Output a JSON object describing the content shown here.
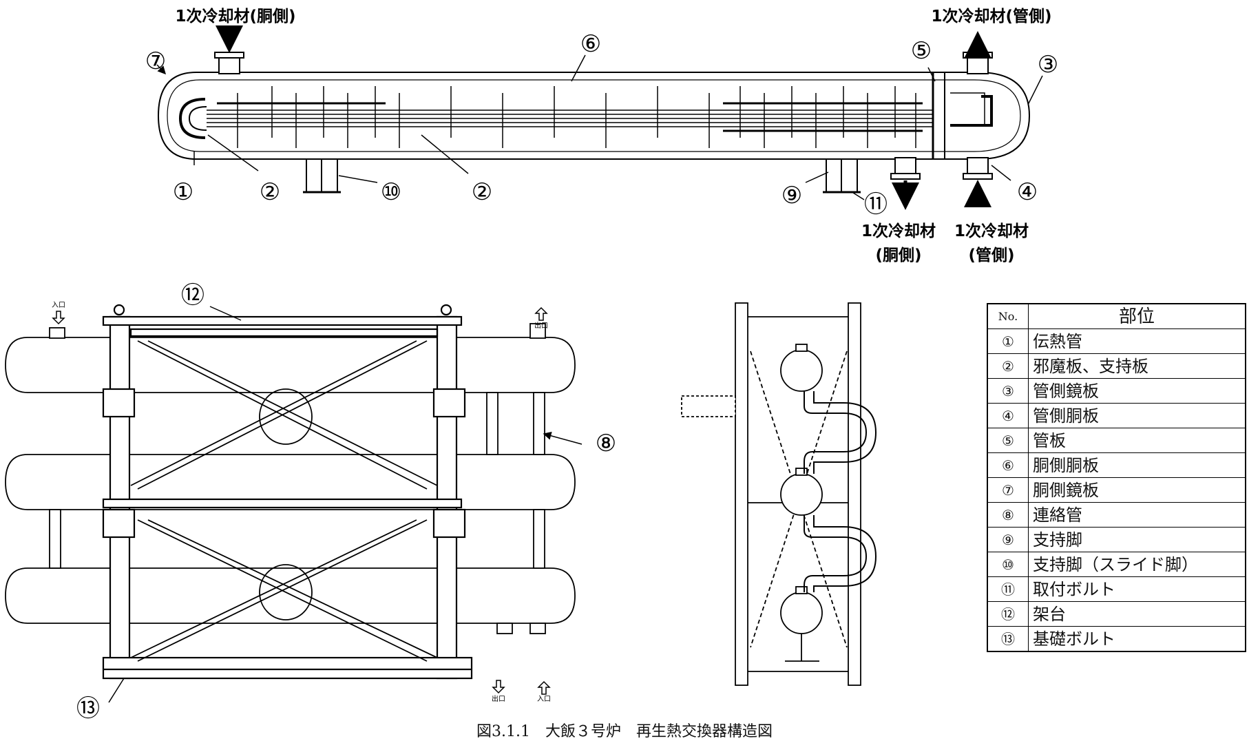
{
  "top_view": {
    "coolant_shell_in": "1次冷却材(胴側)",
    "coolant_tube_out": "1次冷却材(管側)",
    "coolant_shell_out_1": "1次冷却材",
    "coolant_shell_out_2": "(胴側)",
    "coolant_tube_in_1": "1次冷却材",
    "coolant_tube_in_2": "(管側)"
  },
  "markers": {
    "m1": "①",
    "m2": "②",
    "m3": "③",
    "m4": "④",
    "m5": "⑤",
    "m6": "⑥",
    "m7": "⑦",
    "m8": "⑧",
    "m9": "⑨",
    "m10": "⑩",
    "m11": "⑪",
    "m12": "⑫",
    "m13": "⑬"
  },
  "front_view": {
    "inlet": "入口",
    "outlet": "出口"
  },
  "parts_table": {
    "header_no": "No.",
    "header_part": "部位",
    "rows": [
      {
        "no": "①",
        "part": "伝熱管"
      },
      {
        "no": "②",
        "part": "邪魔板、支持板"
      },
      {
        "no": "③",
        "part": "管側鏡板"
      },
      {
        "no": "④",
        "part": "管側胴板"
      },
      {
        "no": "⑤",
        "part": "管板"
      },
      {
        "no": "⑥",
        "part": "胴側胴板"
      },
      {
        "no": "⑦",
        "part": "胴側鏡板"
      },
      {
        "no": "⑧",
        "part": "連絡管"
      },
      {
        "no": "⑨",
        "part": "支持脚"
      },
      {
        "no": "⑩",
        "part": "支持脚（スライド脚）"
      },
      {
        "no": "⑪",
        "part": "取付ボルト"
      },
      {
        "no": "⑫",
        "part": "架台"
      },
      {
        "no": "⑬",
        "part": "基礎ボルト"
      }
    ]
  },
  "caption": "図3.1.1　大飯３号炉　再生熱交換器構造図"
}
